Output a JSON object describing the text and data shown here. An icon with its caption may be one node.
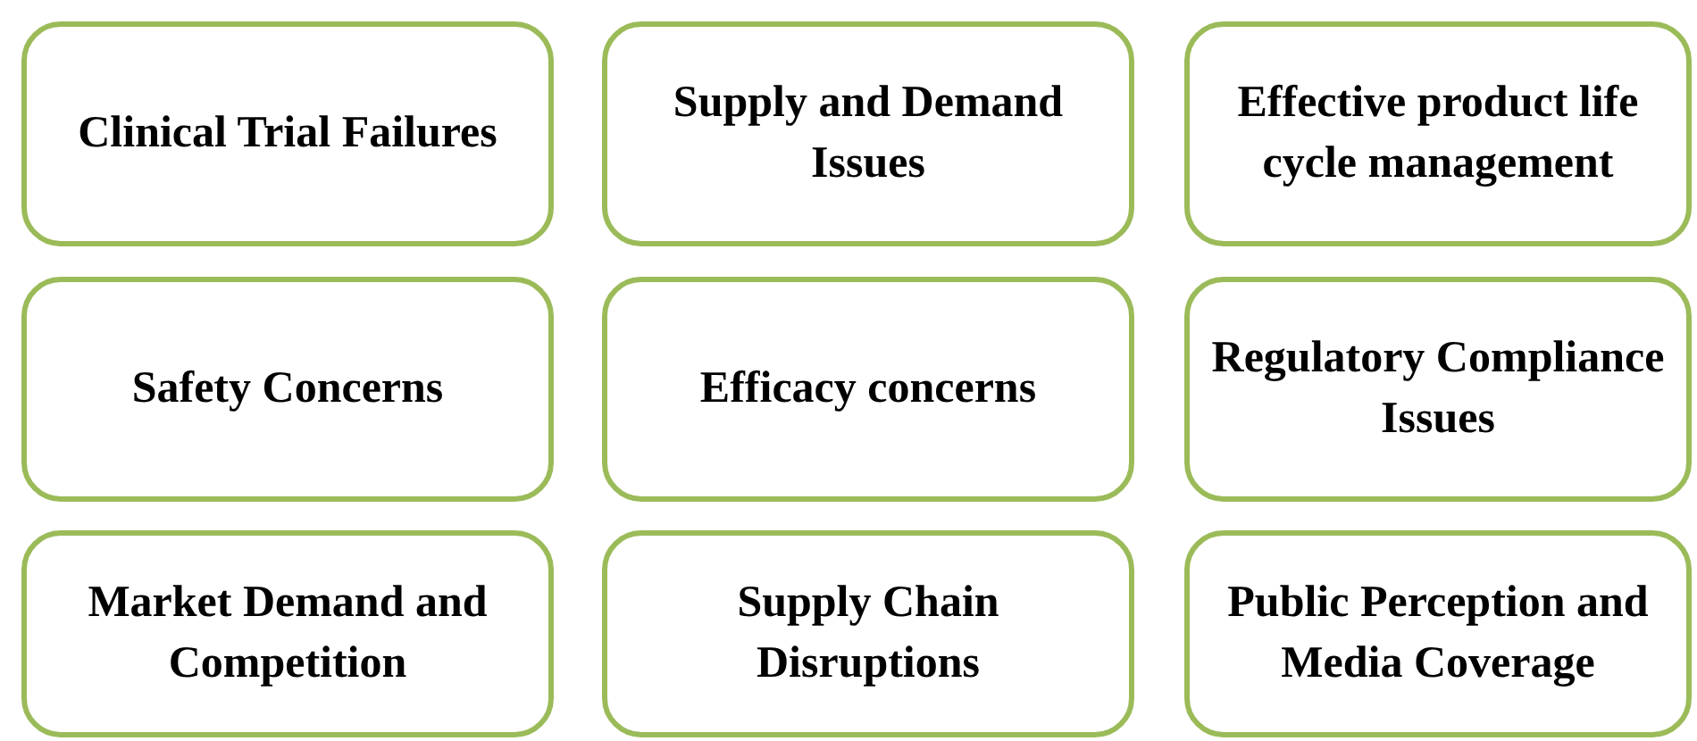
{
  "diagram": {
    "nodes": [
      {
        "text": [
          "Clinical Trial Failures"
        ]
      },
      {
        "text": [
          "Supply and Demand Issues"
        ]
      },
      {
        "text": [
          "Effective product life cycle management"
        ]
      },
      {
        "text": [
          "Safety Concerns"
        ]
      },
      {
        "text": [
          "Efficacy concerns"
        ]
      },
      {
        "text": [
          "Regulatory Compliance Issues"
        ]
      },
      {
        "text": [
          "Market Demand and Competition"
        ]
      },
      {
        "text": [
          "Supply Chain Disruptions"
        ]
      },
      {
        "text": [
          "Public Perception and Media Coverage"
        ]
      }
    ],
    "edges": []
  }
}
